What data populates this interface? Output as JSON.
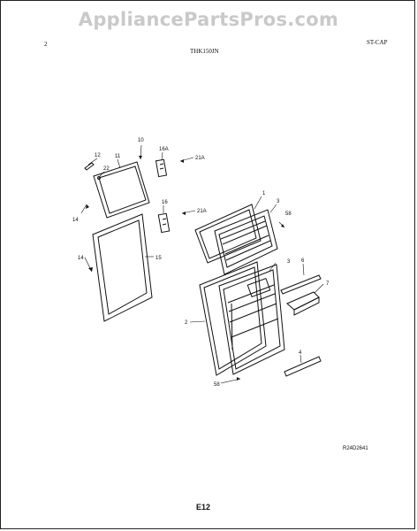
{
  "watermark": "AppliancePartsPros.com",
  "header": {
    "page_number": "2",
    "model": "THK150JN",
    "section_code": "ST-CAP"
  },
  "reference_code": "R24D2641",
  "page_label": "E12",
  "callouts": {
    "c1": "1",
    "c2": "2",
    "c3a": "3",
    "c3b": "3",
    "c4": "4",
    "c6": "6",
    "c7": "7",
    "c10": "10",
    "c11": "11",
    "c12": "12",
    "c14a": "14",
    "c14b": "14",
    "c15": "15",
    "c16": "16",
    "c16a": "16A",
    "c21a1": "21A",
    "c21a2": "21A",
    "c22": "22",
    "c58a": "58",
    "c58b": "58"
  }
}
